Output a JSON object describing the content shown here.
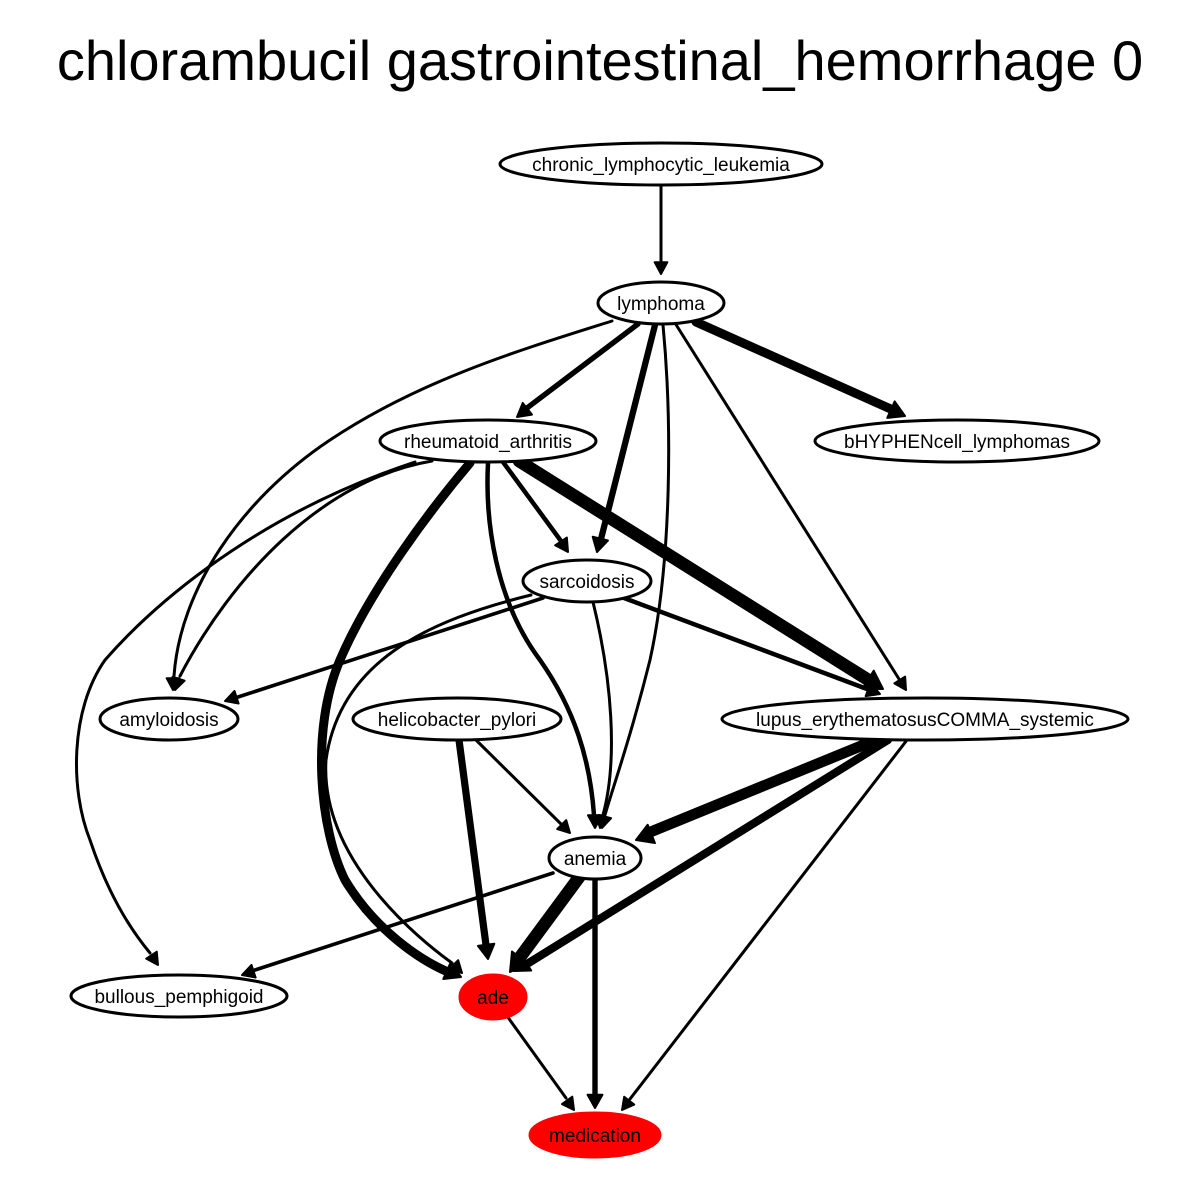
{
  "title": "chlorambucil gastrointestinal_hemorrhage 0",
  "colors": {
    "highlight": "#ff0000",
    "stroke": "#000000",
    "background": "#ffffff"
  },
  "nodes": [
    {
      "id": "cll",
      "label": "chronic_lymphocytic_leukemia",
      "highlight": false
    },
    {
      "id": "lymphoma",
      "label": "lymphoma",
      "highlight": false
    },
    {
      "id": "ra",
      "label": "rheumatoid_arthritis",
      "highlight": false
    },
    {
      "id": "bcell",
      "label": "bHYPHENcell_lymphomas",
      "highlight": false
    },
    {
      "id": "sarc",
      "label": "sarcoidosis",
      "highlight": false
    },
    {
      "id": "amyl",
      "label": "amyloidosis",
      "highlight": false
    },
    {
      "id": "hpyl",
      "label": "helicobacter_pylori",
      "highlight": false
    },
    {
      "id": "lupus",
      "label": "lupus_erythematosusCOMMA_systemic",
      "highlight": false
    },
    {
      "id": "anemia",
      "label": "anemia",
      "highlight": false
    },
    {
      "id": "bullous",
      "label": "bullous_pemphigoid",
      "highlight": false
    },
    {
      "id": "ade",
      "label": "ade",
      "highlight": true
    },
    {
      "id": "med",
      "label": "medication",
      "highlight": true
    }
  ],
  "edges": [
    {
      "from": "cll",
      "to": "lymphoma",
      "weight": 3
    },
    {
      "from": "lymphoma",
      "to": "ra",
      "weight": 6
    },
    {
      "from": "lymphoma",
      "to": "bcell",
      "weight": 10
    },
    {
      "from": "lymphoma",
      "to": "sarc",
      "weight": 7
    },
    {
      "from": "lymphoma",
      "to": "amyl",
      "weight": 3
    },
    {
      "from": "lymphoma",
      "to": "anemia",
      "weight": 3
    },
    {
      "from": "lymphoma",
      "to": "lupus",
      "weight": 3
    },
    {
      "from": "ra",
      "to": "amyl",
      "weight": 3
    },
    {
      "from": "ra",
      "to": "bullous",
      "weight": 3
    },
    {
      "from": "ra",
      "to": "ade",
      "weight": 10
    },
    {
      "from": "ra",
      "to": "anemia",
      "weight": 5
    },
    {
      "from": "ra",
      "to": "sarc",
      "weight": 5
    },
    {
      "from": "ra",
      "to": "lupus",
      "weight": 14
    },
    {
      "from": "sarc",
      "to": "amyl",
      "weight": 4
    },
    {
      "from": "sarc",
      "to": "ade",
      "weight": 3
    },
    {
      "from": "sarc",
      "to": "anemia",
      "weight": 3
    },
    {
      "from": "sarc",
      "to": "lupus",
      "weight": 5
    },
    {
      "from": "hpyl",
      "to": "ade",
      "weight": 8
    },
    {
      "from": "hpyl",
      "to": "anemia",
      "weight": 3
    },
    {
      "from": "lupus",
      "to": "anemia",
      "weight": 12
    },
    {
      "from": "lupus",
      "to": "ade",
      "weight": 9
    },
    {
      "from": "lupus",
      "to": "med",
      "weight": 3
    },
    {
      "from": "anemia",
      "to": "bullous",
      "weight": 4
    },
    {
      "from": "anemia",
      "to": "ade",
      "weight": 14
    },
    {
      "from": "anemia",
      "to": "med",
      "weight": 6
    },
    {
      "from": "ade",
      "to": "med",
      "weight": 3
    }
  ]
}
